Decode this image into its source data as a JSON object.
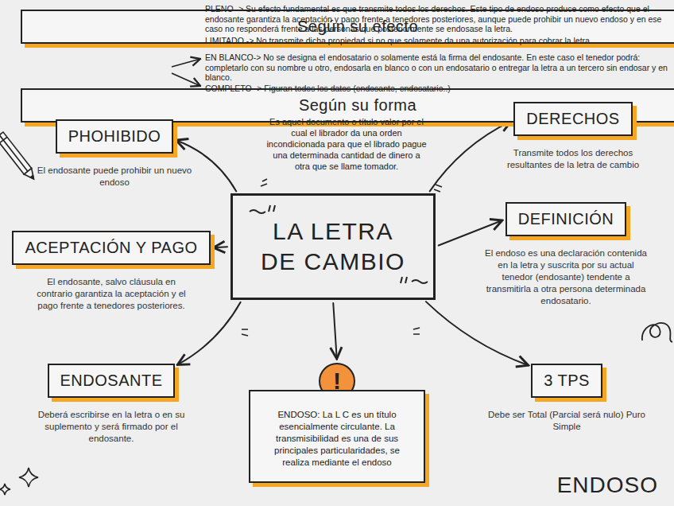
{
  "diagram": {
    "nodes": [
      {
        "text": [
          "Según su efecto"
        ]
      },
      {
        "text": [
          "Según su forma"
        ]
      },
      {
        "text": [
          "LA LETRA DE CAMBIO"
        ]
      },
      {
        "text": [
          "PHOHIBIDO",
          "El endosante puede prohibir un nuevo endoso"
        ]
      },
      {
        "text": [
          "DERECHOS",
          "Transmite todos los derechos resultantes de la letra de cambio"
        ]
      },
      {
        "text": [
          "ACEPTACIÓN Y PAGO",
          "El endosante, salvo cláusula en contrario garantiza la aceptación y el pago frente a tenedores posteriores."
        ]
      },
      {
        "text": [
          "DEFINICIÓN",
          "El endoso es una declaración contenida en la letra y suscrita por su actual tenedor (endosante) tendente a transmitirla a otra persona determinada endosatario."
        ]
      },
      {
        "text": [
          "ENDOSANTE",
          "Deberá escribirse en la letra o en su suplemento y será firmado por el endosante."
        ]
      },
      {
        "text": [
          "!"
        ]
      },
      {
        "text": [
          "ENDOSO: La L C es un título esencialmente circulante. La transmisibilidad es una de sus principales particularidades, se realiza mediante el endoso"
        ]
      },
      {
        "text": [
          "3 TPS",
          "Debe ser Total (Parcial será nulo) Puro Simple"
        ]
      }
    ],
    "edges": [
      {
        "from": 2,
        "to": 3,
        "arrow": "to"
      },
      {
        "from": 2,
        "to": 4,
        "arrow": "to"
      },
      {
        "from": 2,
        "to": 5,
        "arrow": "to"
      },
      {
        "from": 2,
        "to": 6,
        "arrow": "to"
      },
      {
        "from": 2,
        "to": 7,
        "arrow": "to"
      },
      {
        "from": 2,
        "to": 8,
        "arrow": "to"
      },
      {
        "from": 2,
        "to": 10,
        "arrow": "to"
      }
    ],
    "labels": [
      "PLENO -> Su efecto fundamental es que transmite todos los derechos. Este tipo de endoso produce como efecto que el endosante garantiza la aceptación y pago frente a tenedores posteriores, aunque puede prohibir un nuevo endoso y en ese caso no responderá frente a las personas que posteriormente se endosase la letra.",
      "LIMITADO -> No transmite dicha propiedad si no que solamente da una autorización para cobrar la letra",
      "EN BLANCO-> No se designa el endosatario o solamente está la firma del endosante. En este caso el tenedor podrá: completarlo con su nombre u otro, endosarla en blanco o con un endosatario o entregar la letra a un tercero sin endosar y en blanco.",
      "COMPLETO -> Figuran todos los datos (endosante, endosatario..)",
      "Es aquel documento o título valor por el cual el librador da una orden incondicionada para que el librado pague una determinada cantidad de dinero a otra que se llame tomador.",
      "ENDOSO"
    ]
  }
}
